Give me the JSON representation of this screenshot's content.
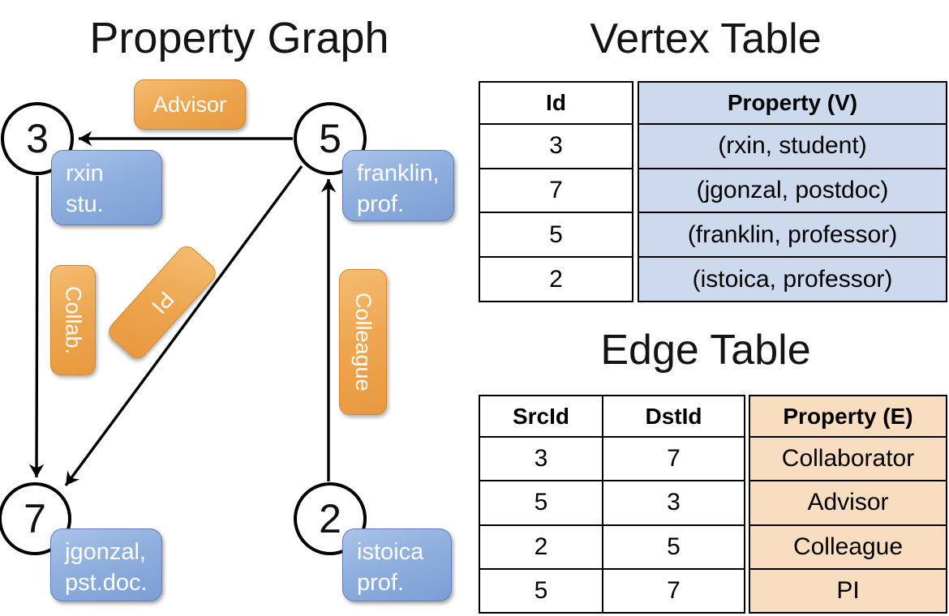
{
  "graph": {
    "title": "Property Graph",
    "nodes": [
      {
        "id": "3",
        "prop_line1": "rxin",
        "prop_line2": "stu."
      },
      {
        "id": "5",
        "prop_line1": "franklin,",
        "prop_line2": "prof."
      },
      {
        "id": "7",
        "prop_line1": "jgonzal,",
        "prop_line2": "pst.doc."
      },
      {
        "id": "2",
        "prop_line1": "istoica",
        "prop_line2": "prof."
      }
    ],
    "edge_labels": {
      "advisor": "Advisor",
      "collab": "Collab.",
      "pi": "PI",
      "colleague": "Colleague"
    }
  },
  "vertex_table": {
    "title": "Vertex Table",
    "id_header": "Id",
    "property_header": "Property (V)",
    "rows": [
      {
        "id": "3",
        "property": "(rxin, student)"
      },
      {
        "id": "7",
        "property": "(jgonzal, postdoc)"
      },
      {
        "id": "5",
        "property": "(franklin, professor)"
      },
      {
        "id": "2",
        "property": "(istoica, professor)"
      }
    ]
  },
  "edge_table": {
    "title": "Edge Table",
    "src_header": "SrcId",
    "dst_header": "DstId",
    "property_header": "Property (E)",
    "rows": [
      {
        "src": "3",
        "dst": "7",
        "property": "Collaborator"
      },
      {
        "src": "5",
        "dst": "3",
        "property": "Advisor"
      },
      {
        "src": "2",
        "dst": "5",
        "property": "Colleague"
      },
      {
        "src": "5",
        "dst": "7",
        "property": "PI"
      }
    ]
  },
  "colors": {
    "vertex_cell_fill": "#cdd9ec",
    "edge_cell_fill": "#f8ddc0",
    "node_box_blue": "#7fa0d4",
    "edge_label_orange": "#e8993e",
    "line_black": "#000000"
  }
}
